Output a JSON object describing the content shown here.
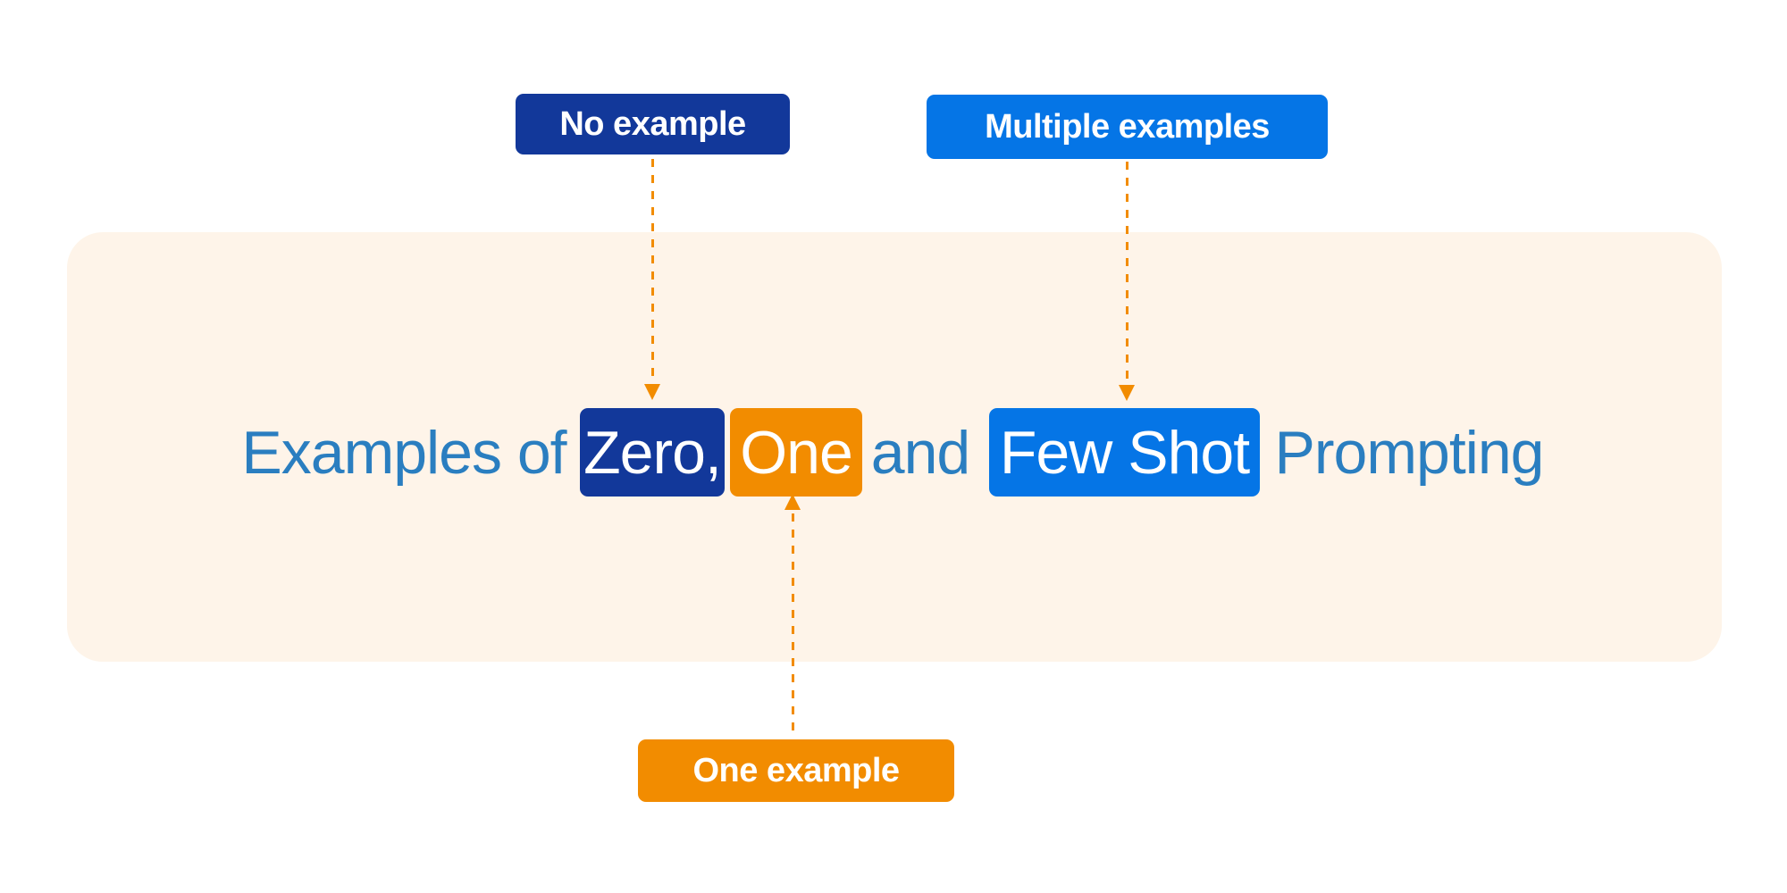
{
  "title": {
    "prefix": "Examples of",
    "zero": "Zero,",
    "one": "One",
    "conjunction": "and",
    "few_shot": "Few Shot",
    "suffix": "Prompting"
  },
  "labels": {
    "zero": "No example",
    "one": "One example",
    "few": "Multiple examples"
  },
  "colors": {
    "panel_background": "#FEF4E9",
    "title_text": "#2A7EC0",
    "zero_shot": "#12389A",
    "one_shot": "#F28C00",
    "few_shot": "#0575E6",
    "connector": "#F28C00"
  }
}
